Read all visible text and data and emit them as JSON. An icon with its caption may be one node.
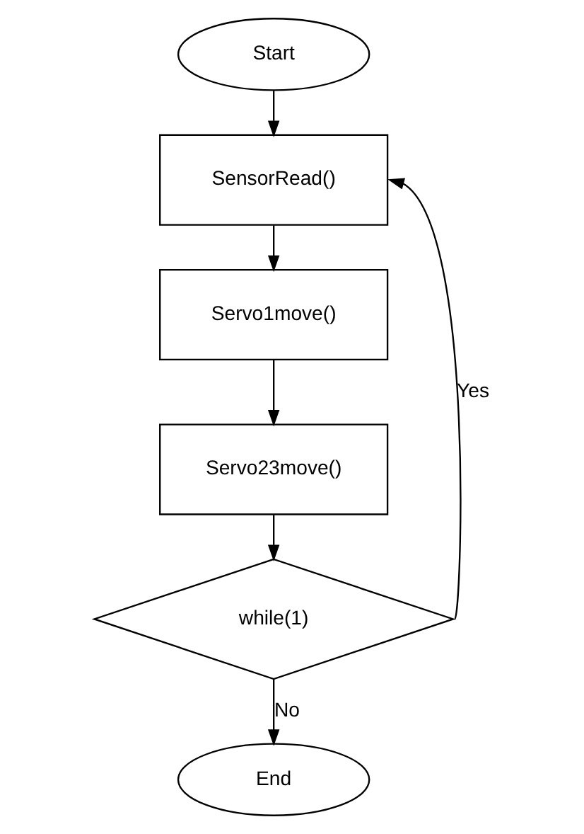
{
  "diagram": {
    "nodes": [
      {
        "text": [
          "Start"
        ]
      },
      {
        "text": [
          "SensorRead()"
        ]
      },
      {
        "text": [
          "Servo1move()"
        ]
      },
      {
        "text": [
          "Servo23move()"
        ]
      },
      {
        "text": [
          "while(1)"
        ]
      },
      {
        "text": [
          "End"
        ]
      }
    ],
    "edges": [
      {
        "from": 0,
        "to": 1,
        "arrow": "to"
      },
      {
        "from": 1,
        "to": 2,
        "arrow": "to"
      },
      {
        "from": 2,
        "to": 3,
        "arrow": "to"
      },
      {
        "from": 3,
        "to": 4,
        "arrow": "to"
      },
      {
        "from": 4,
        "to": 1,
        "arrow": "to",
        "label": "Yes"
      },
      {
        "from": 4,
        "to": 5,
        "arrow": "to",
        "label": "No"
      }
    ]
  }
}
